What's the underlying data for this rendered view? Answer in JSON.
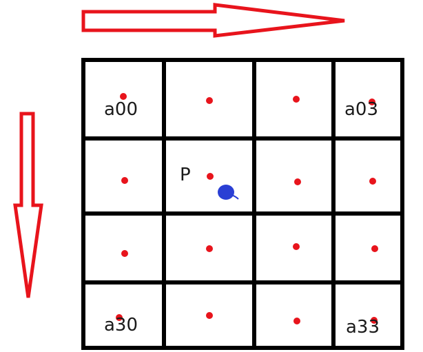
{
  "labels": {
    "a00": "a00",
    "a03": "a03",
    "a30": "a30",
    "a33": "a33",
    "p": "P"
  },
  "grid": {
    "rows": 4,
    "cols": 4
  },
  "colors": {
    "grid_line": "#000000",
    "arrow": "#e8141c",
    "sample_point": "#e8141c",
    "query_point": "#2a3fd4"
  }
}
